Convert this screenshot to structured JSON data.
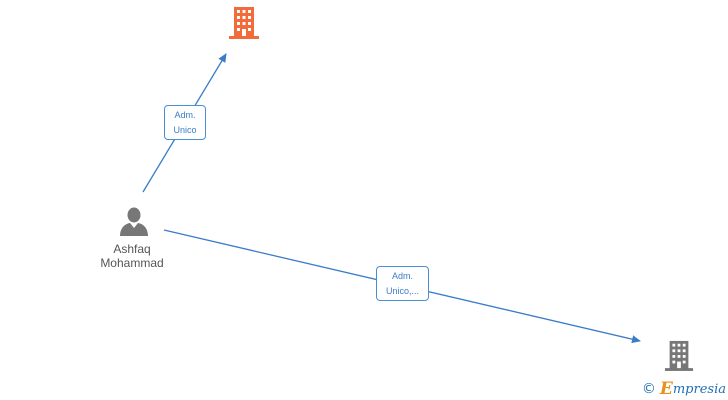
{
  "graph": {
    "person": {
      "name_line1": "Ashfaq",
      "name_line2": "Mohammad",
      "icon": "person-icon",
      "color": "#777777"
    },
    "companies": [
      {
        "icon": "building-icon",
        "color": "#f26b3a"
      },
      {
        "icon": "building-icon",
        "color": "#777777"
      }
    ],
    "edges": [
      {
        "label_line1": "Adm.",
        "label_line2": "Unico"
      },
      {
        "label_line1": "Adm.",
        "label_line2": "Unico,..."
      }
    ],
    "edge_color": "#3a7cc8"
  },
  "watermark": {
    "copyright_symbol": "©",
    "brand_initial": "E",
    "brand_rest": "mpresia"
  }
}
